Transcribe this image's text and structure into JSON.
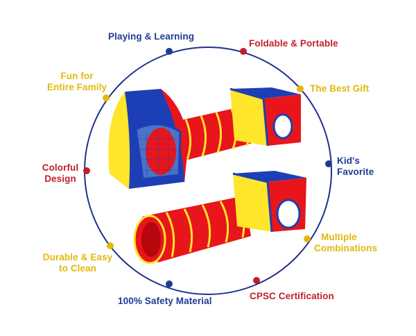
{
  "colors": {
    "blue": "#1f3a93",
    "red": "#c0202a",
    "yellow": "#e3b80c",
    "tent_red": "#e8151b",
    "tent_yellow": "#ffe62a",
    "tent_blue": "#1d3fb6"
  },
  "features": {
    "playing_learning": "Playing & Learning",
    "foldable_portable": "Foldable & Portable",
    "best_gift": "The Best Gift",
    "kids_favorite_1": "Kid's",
    "kids_favorite_2": "Favorite",
    "multiple_combinations_1": "Multiple",
    "multiple_combinations_2": "Combinations",
    "cpsc_certification": "CPSC Certification",
    "safety_material": "100% Safety Material",
    "durable_1": "Durable & Easy",
    "durable_2": "to Clean",
    "colorful_1": "Colorful",
    "colorful_2": "Design",
    "fun_1": "Fun for",
    "fun_2": "Entire Family"
  }
}
